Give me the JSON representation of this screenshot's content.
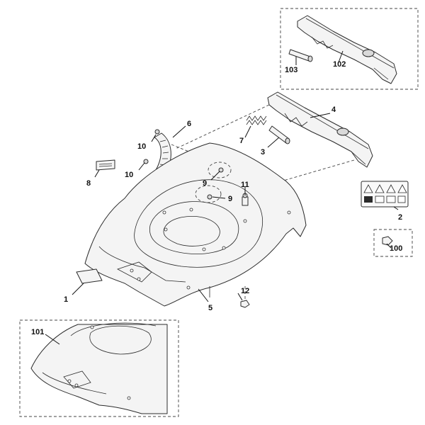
{
  "diagram": {
    "callouts": {
      "c1": "1",
      "c2": "2",
      "c3": "3",
      "c4": "4",
      "c5": "5",
      "c6": "6",
      "c7": "7",
      "c8": "8",
      "c9a": "9",
      "c9b": "9",
      "c10a": "10",
      "c10b": "10",
      "c11": "11",
      "c12": "12",
      "c100": "100",
      "c101": "101",
      "c102": "102",
      "c103": "103"
    }
  }
}
